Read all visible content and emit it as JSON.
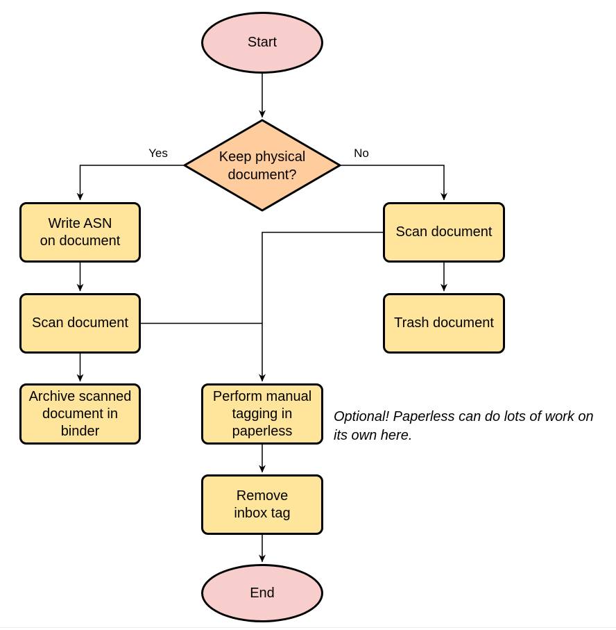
{
  "colors": {
    "process_fill": "#ffe49c",
    "decision_fill": "#ffcc9e",
    "terminal_fill": "#f8cecc",
    "stroke": "#000000",
    "edge_color": "#000000",
    "bg": "#ffffff"
  },
  "nodes": {
    "start": {
      "label": "Start",
      "type": "terminal"
    },
    "decision": {
      "label": "Keep physical\ndocument?",
      "type": "decision"
    },
    "write_asn": {
      "label": "Write ASN\non document",
      "type": "process"
    },
    "scan_left": {
      "label": "Scan document",
      "type": "process"
    },
    "archive": {
      "label": "Archive scanned\ndocument in\nbinder",
      "type": "process"
    },
    "scan_right": {
      "label": "Scan document",
      "type": "process"
    },
    "trash": {
      "label": "Trash document",
      "type": "process"
    },
    "tagging": {
      "label": "Perform manual\ntagging in\npaperless",
      "type": "process"
    },
    "remove_inbox": {
      "label": "Remove\ninbox tag",
      "type": "process"
    },
    "end": {
      "label": "End",
      "type": "terminal"
    }
  },
  "edges": {
    "start_to_decision": {
      "from": "start",
      "to": "decision",
      "label": ""
    },
    "yes": {
      "from": "decision",
      "to": "write_asn",
      "label": "Yes"
    },
    "no": {
      "from": "decision",
      "to": "scan_right",
      "label": "No"
    },
    "write_to_scan": {
      "from": "write_asn",
      "to": "scan_left",
      "label": ""
    },
    "scan_to_archive": {
      "from": "scan_left",
      "to": "archive",
      "label": ""
    },
    "scanright_to_trash": {
      "from": "scan_right",
      "to": "trash",
      "label": ""
    },
    "scanright_to_tagging": {
      "from": "scan_right",
      "to": "tagging",
      "label": ""
    },
    "scanleft_to_tagging": {
      "from": "scan_left",
      "to": "tagging",
      "label": ""
    },
    "tagging_to_remove": {
      "from": "tagging",
      "to": "remove_inbox",
      "label": ""
    },
    "remove_to_end": {
      "from": "remove_inbox",
      "to": "end",
      "label": ""
    }
  },
  "annotation": {
    "text": "Optional! Paperless can do lots of work on\nits own here."
  }
}
